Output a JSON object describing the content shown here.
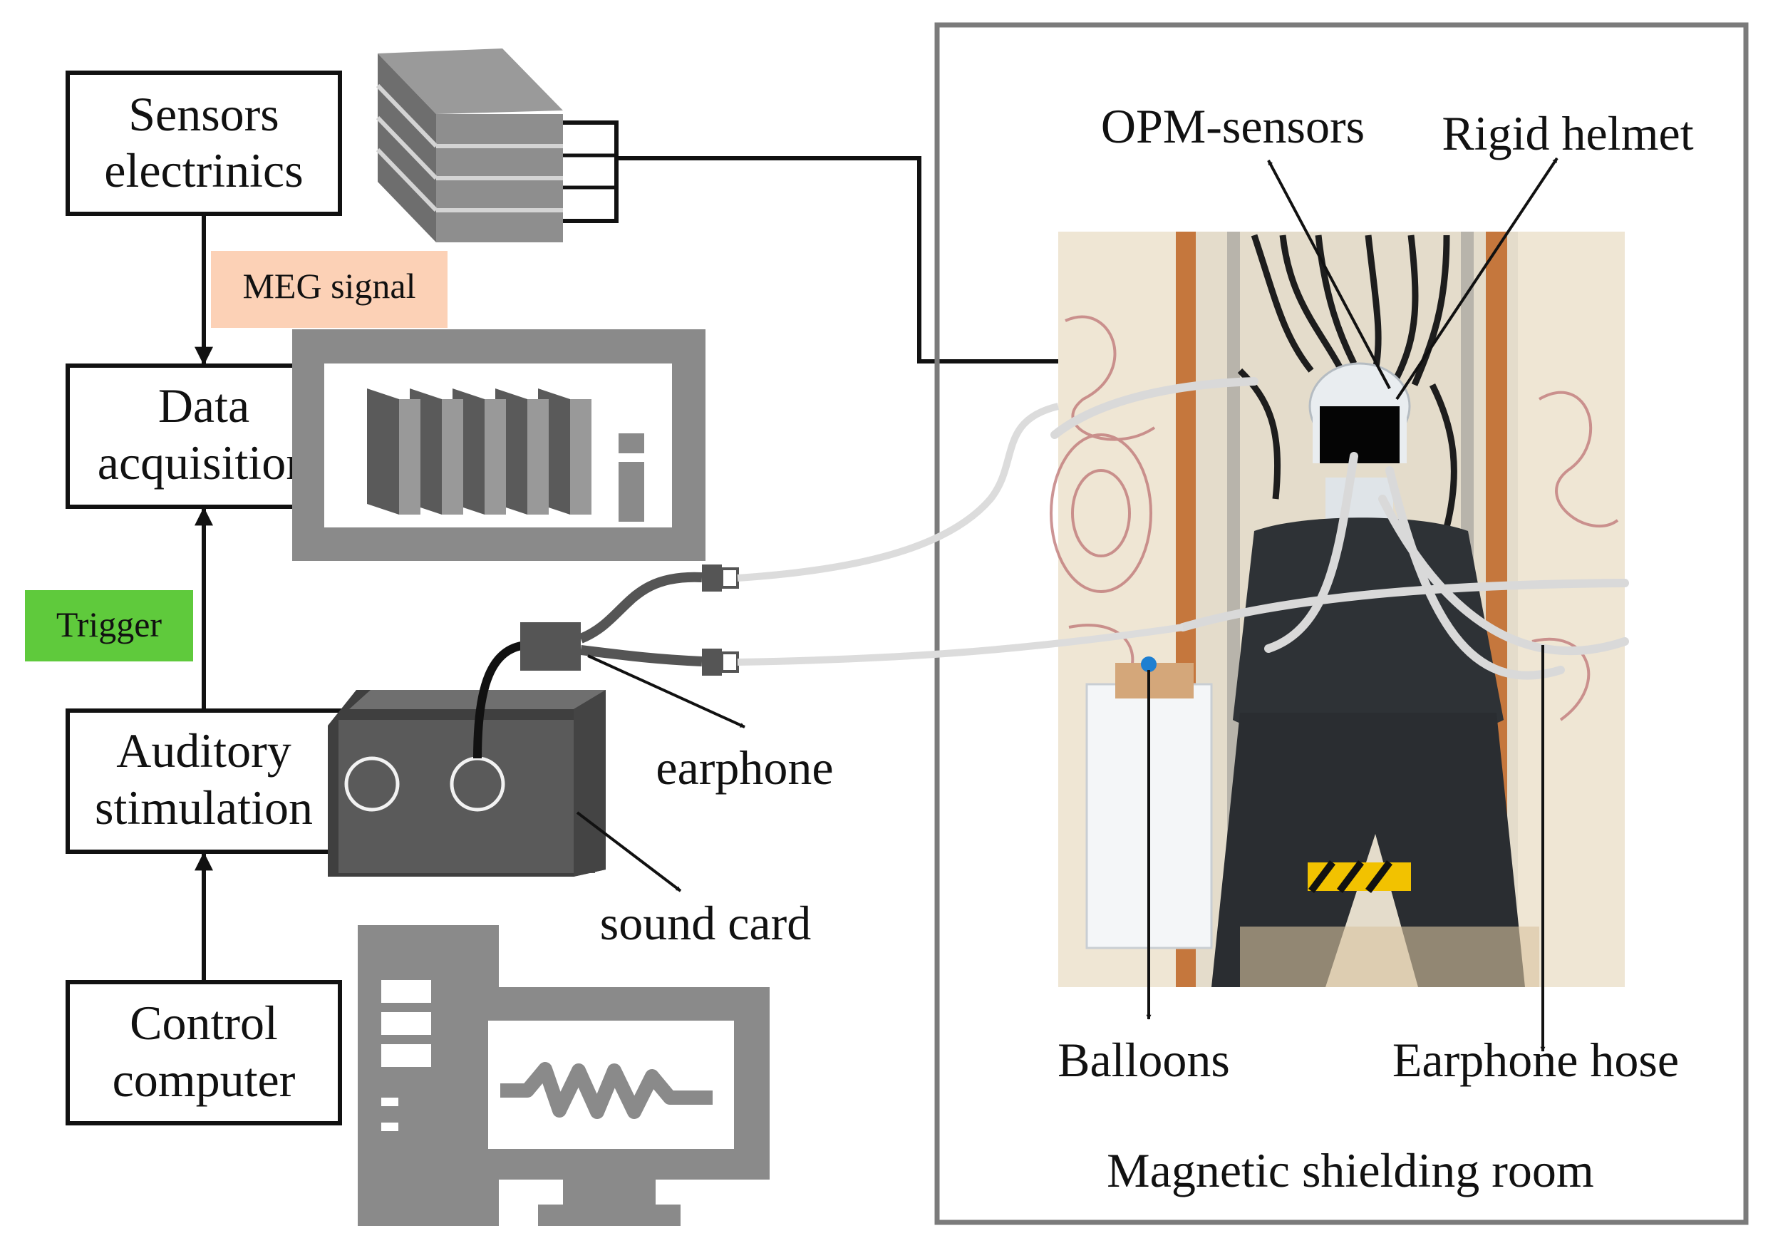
{
  "blocks": {
    "sensors_electronics": [
      "Sensors",
      "electrinics"
    ],
    "data_acquisition": [
      "Data",
      "acquisition"
    ],
    "auditory_stimulation": [
      "Auditory",
      "stimulation"
    ],
    "control_computer": [
      "Control",
      "computer"
    ]
  },
  "signals": {
    "meg_signal": "MEG signal",
    "trigger": "Trigger"
  },
  "callouts": {
    "opm_sensors": "OPM-sensors",
    "rigid_helmet": "Rigid helmet",
    "earphone": "earphone",
    "sound_card": "sound card",
    "balloons": "Balloons",
    "earphone_hose": "Earphone hose"
  },
  "room": {
    "label": "Magnetic shielding room"
  },
  "colors": {
    "meg_signal_bg": "#fcd1b6",
    "trigger_bg": "#5fca3c",
    "device_gray": "#8a8a8a",
    "device_dark": "#545454",
    "room_border": "#7b7b7b",
    "photo_wall": "#ece2cf",
    "photo_orange": "#c5773d",
    "jacket": "#2e3236",
    "hose": "#d9d9d9"
  }
}
